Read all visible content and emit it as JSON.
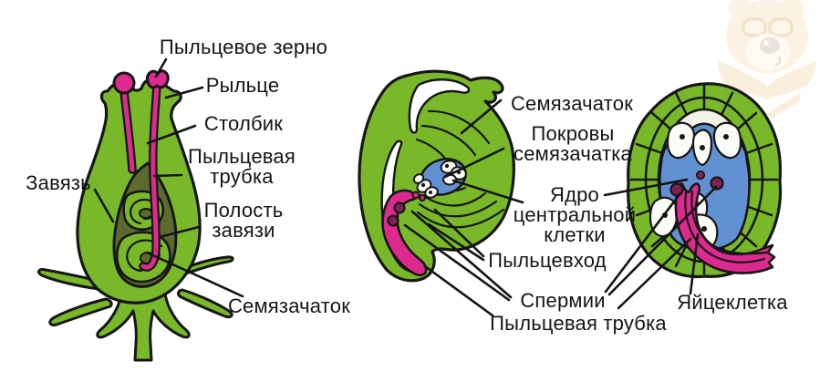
{
  "labels": {
    "pollen_grain": "Пыльцевое зерно",
    "stigma": "Рыльце",
    "style": "Столбик",
    "pollen_tube": "Пыльцевая трубка",
    "ovary": "Завязь",
    "ovary_cavity": "Полость завязи",
    "ovule_left": "Семязачаток",
    "ovule_middle": "Семязачаток",
    "integuments": "Покровы семязачатка",
    "central_cell_nucleus": "Ядро центральной клетки",
    "micropyle": "Пыльцевход",
    "sperm_cells": "Спермии",
    "pollen_tube_right": "Пыльцевая трубка",
    "egg_cell": "Яйцеклетка"
  },
  "colors": {
    "background": "#ffffff",
    "plant_green": "#79b829",
    "cavity_olive": "#5c6b2d",
    "tube_magenta": "#dd2a8e",
    "embryo_sac_blue": "#6291d3",
    "sperm_purple": "#7c2355",
    "cell_ivory": "#f2f2e6",
    "outline_black": "#161616",
    "label_text": "#151515",
    "watermark_cream": "#fbf1e2"
  },
  "icons": {
    "watermark": "bear-with-glasses-and-open-book-watermark"
  }
}
